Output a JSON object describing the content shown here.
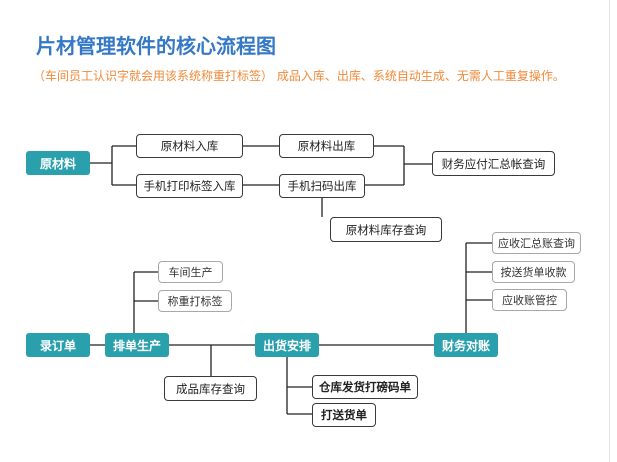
{
  "title": "片材管理软件的核心流程图",
  "subtitle": "（车间员工认识字就会用该系统称重打标签） 成品入库、出库、系统自动生成、无需人工重复操作。",
  "nodes": {
    "raw_material": "原材料",
    "raw_in": "原材料入库",
    "raw_out": "原材料出库",
    "manual_print_in": "手机打印标签入库",
    "scan_out": "手机扫码出库",
    "raw_stock_query": "原材料库存查询",
    "finance_summary_query": "财务应付汇总帐查询",
    "enter_order": "录订单",
    "schedule_production": "排单生产",
    "shipment_arrange": "出货安排",
    "finance_reconcile": "财务对账",
    "workshop_production": "车间生产",
    "weigh_print_label": "称重打标签",
    "finished_stock_query": "成品库存查询",
    "warehouse_ship": "仓库发货打磅码单",
    "print_delivery": "打送货单",
    "receivable_summary": "应收汇总账查询",
    "delivery_receipt": "按送货单收款",
    "receivable_control": "应收账管控"
  },
  "colors": {
    "title": "#3478c6",
    "subtitle": "#ef8a3a",
    "teal_node": "#2aa0ad",
    "line": "#222222"
  }
}
